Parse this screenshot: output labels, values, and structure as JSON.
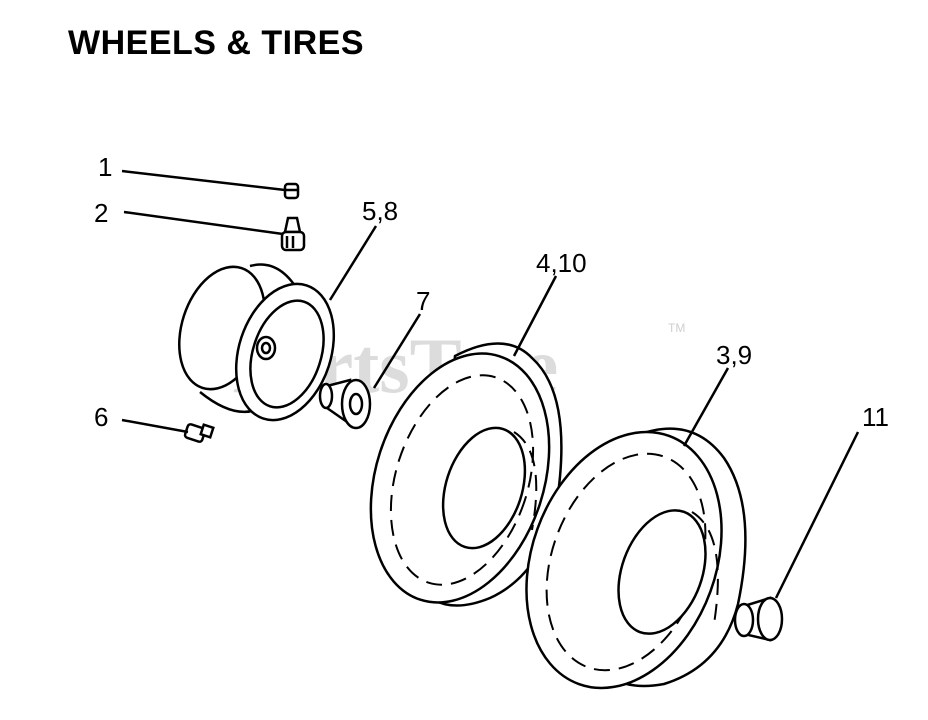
{
  "title": "WHEELS & TIRES",
  "watermark": {
    "text": "PartsTree",
    "tm": "TM"
  },
  "callouts": {
    "c1": "1",
    "c2": "2",
    "c58": "5,8",
    "c7": "7",
    "c410": "4,10",
    "c39": "3,9",
    "c6": "6",
    "c11": "11"
  }
}
